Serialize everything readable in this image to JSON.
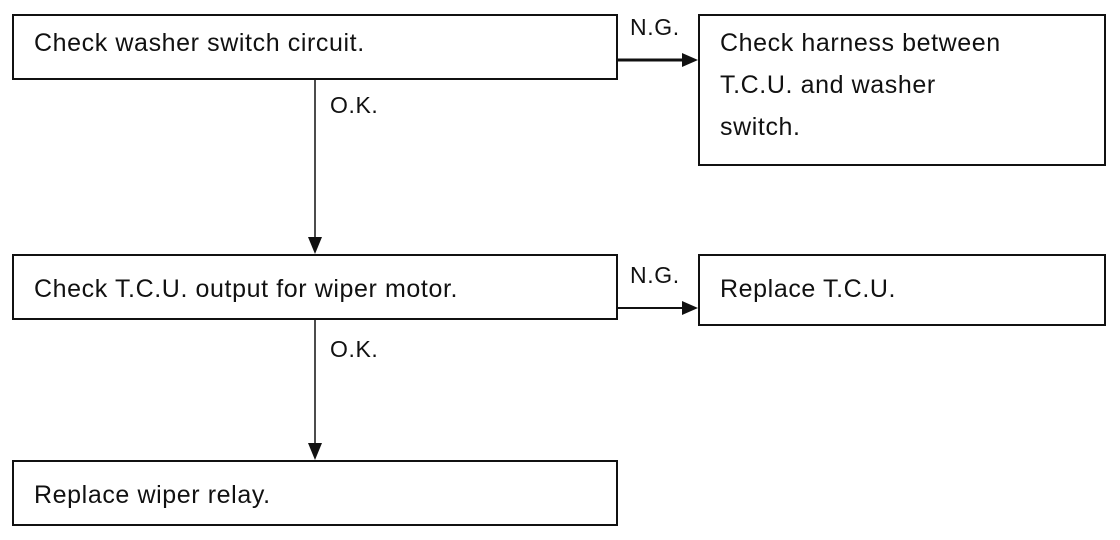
{
  "flowchart": {
    "steps": [
      {
        "text": "Check washer switch circuit."
      },
      {
        "lines": [
          "Check harness between",
          "T.C.U. and washer",
          "switch."
        ]
      },
      {
        "text": "Check T.C.U. output for wiper motor."
      },
      {
        "text": "Replace T.C.U."
      },
      {
        "text": "Replace wiper relay."
      }
    ],
    "edges": [
      {
        "label": "N.G."
      },
      {
        "label": "O.K."
      },
      {
        "label": "N.G."
      },
      {
        "label": "O.K."
      }
    ]
  }
}
